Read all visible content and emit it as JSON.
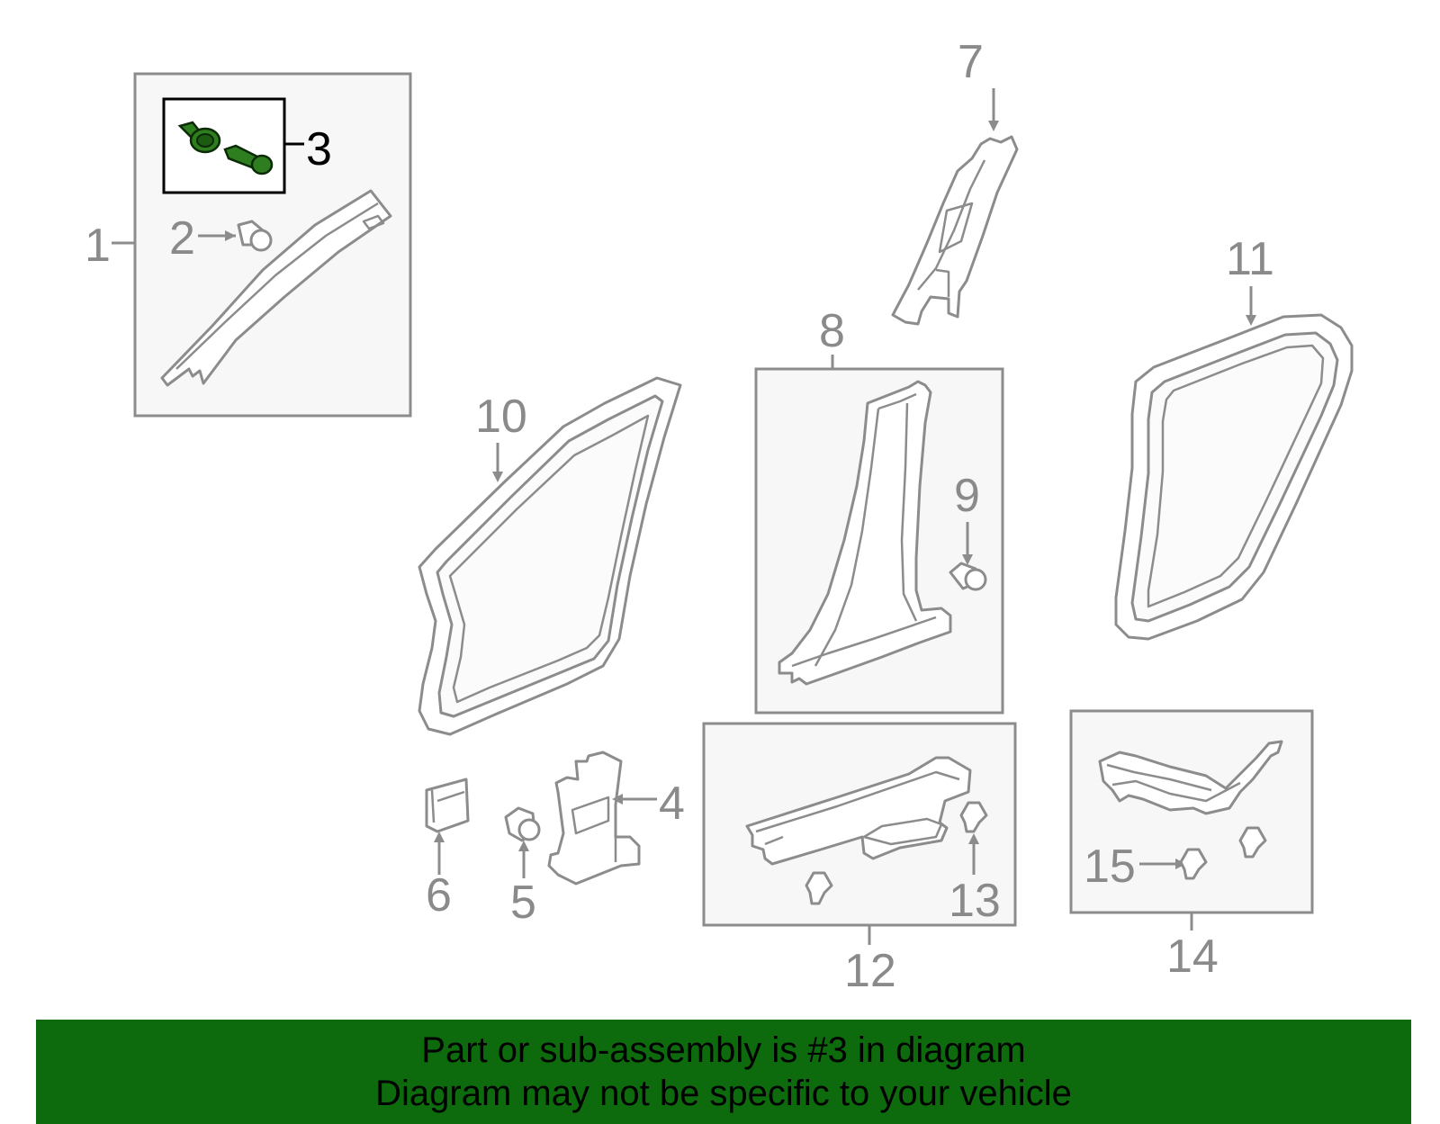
{
  "callouts": {
    "c1": "1",
    "c2": "2",
    "c3": "3",
    "c4": "4",
    "c5": "5",
    "c6": "6",
    "c7": "7",
    "c8": "8",
    "c9": "9",
    "c10": "10",
    "c11": "11",
    "c12": "12",
    "c13": "13",
    "c14": "14",
    "c15": "15"
  },
  "highlight_color": "#2e7d1e",
  "banner": {
    "line1": "Part or sub-assembly is #3 in diagram",
    "line2": "Diagram may not be specific to your vehicle",
    "background": "#0d6b0d"
  }
}
